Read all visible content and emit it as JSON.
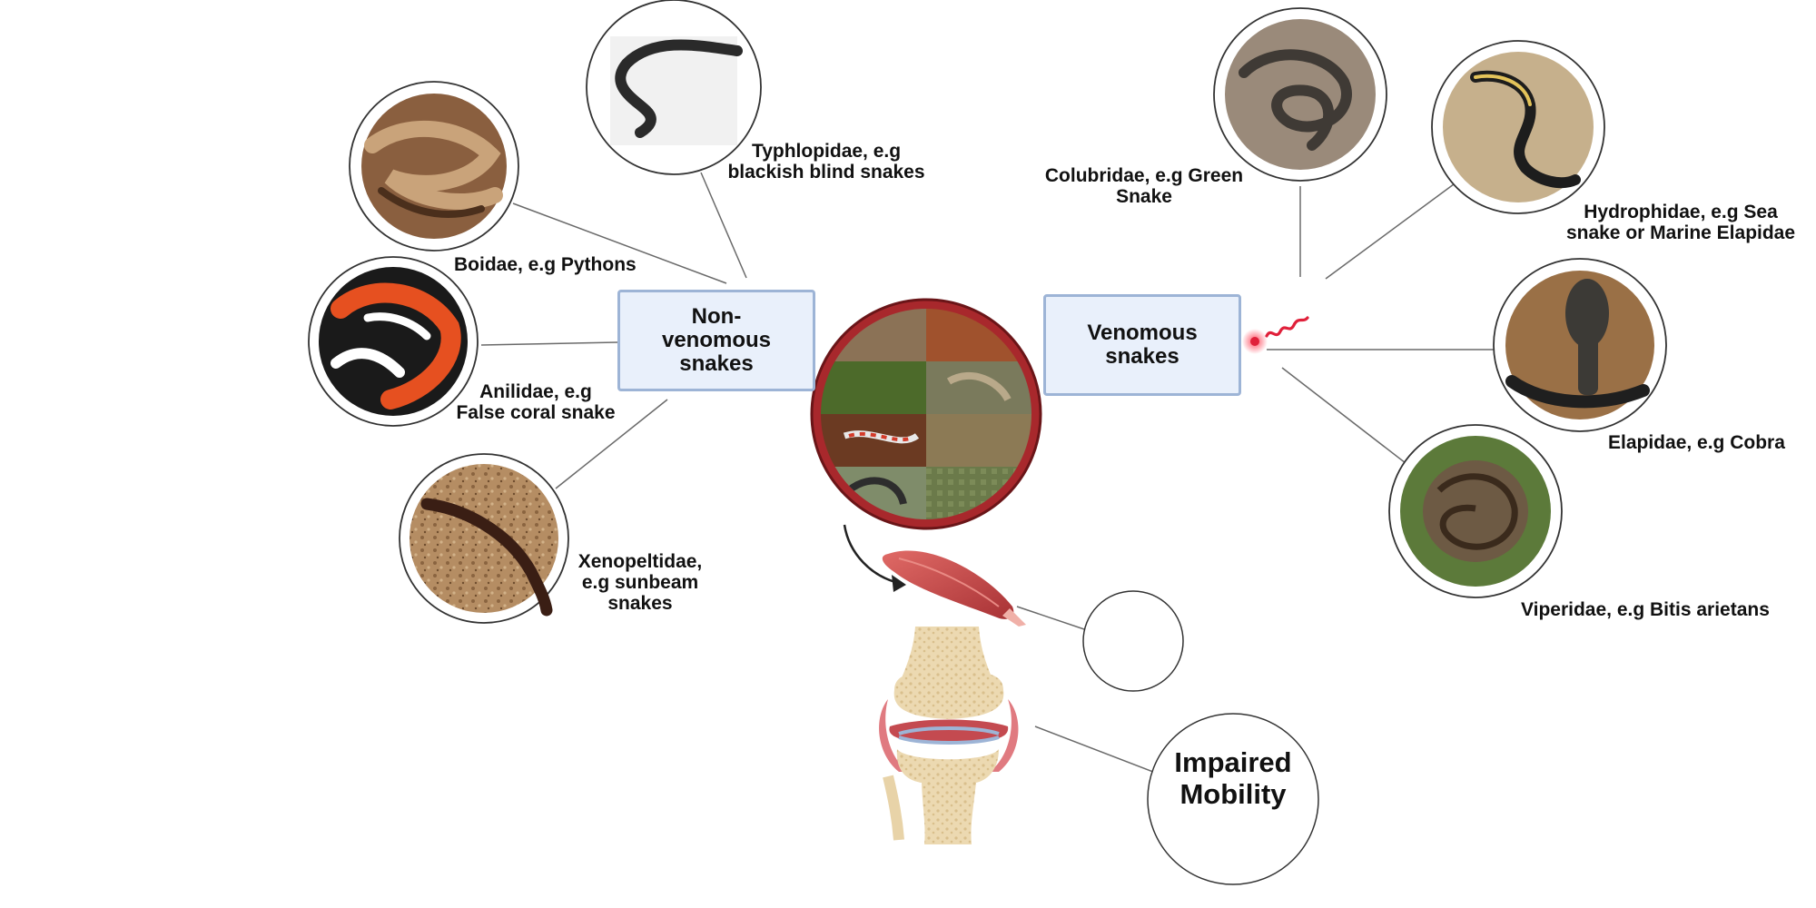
{
  "non_venomous": {
    "title": "Non-venomous snakes",
    "families": [
      {
        "name": "Typhlopidae, e.g blackish blind snakes",
        "line1": "Typhlopidae, e.g",
        "line2": "blackish blind snakes"
      },
      {
        "name": "Boidae, e.g Pythons",
        "line1": "Boidae, e.g Pythons"
      },
      {
        "name": "Anilidae, e.g False coral snake",
        "line1": "Anilidae, e.g",
        "line2": "False coral snake"
      },
      {
        "name": "Xenopeltidae, e.g sunbeam snakes",
        "line1": "Xenopeltidae,",
        "line2": "e.g  sunbeam",
        "line3": "snakes"
      }
    ]
  },
  "venomous": {
    "title": "Venomous snakes",
    "families": [
      {
        "name": "Colubridae, e.g Green Snake",
        "line1": "Colubridae, e.g Green",
        "line2": "Snake"
      },
      {
        "name": "Hydrophidae, e.g Sea snake or Marine Elapidae",
        "line1": "Hydrophidae, e.g Sea",
        "line2": "snake or Marine Elapidae"
      },
      {
        "name": "Elapidae, e.g Cobra",
        "line1": "Elapidae, e.g Cobra"
      },
      {
        "name": "Viperidae, e.g Bitis arietans",
        "line1": "Viperidae, e.g Bitis arietans"
      }
    ]
  },
  "outcome": {
    "line1": "Impaired",
    "line2": "Mobility"
  },
  "colors": {
    "box_fill": "#e9f0fb",
    "box_border": "#9db4d6",
    "center_ring": "#a8282c",
    "muscle": "#c9484a",
    "bone": "#e8d3a8",
    "venom": "#e0203a",
    "connector": "#6a6a6a"
  }
}
